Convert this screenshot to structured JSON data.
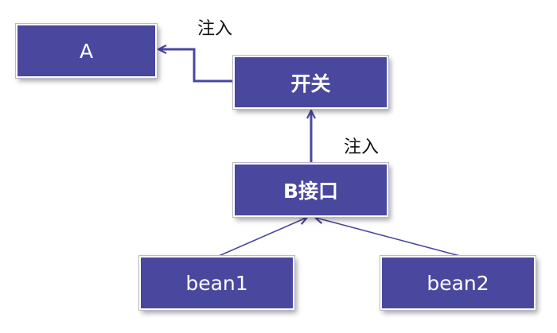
{
  "colors": {
    "node_fill": "#4a489e",
    "edge": "#4a489e",
    "text": "#ffffff"
  },
  "nodes": {
    "a": "A",
    "switch": "开关",
    "b_interface": "B接口",
    "bean1": "bean1",
    "bean2": "bean2"
  },
  "edge_labels": {
    "inject_to_a": "注入",
    "inject_to_switch": "注入"
  }
}
